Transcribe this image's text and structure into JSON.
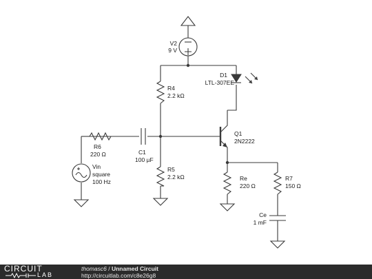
{
  "components": {
    "v2": {
      "ref": "V2",
      "value": "9 V"
    },
    "d1": {
      "ref": "D1",
      "value": "LTL-307EE"
    },
    "r4": {
      "ref": "R4",
      "value": "2.2 kΩ"
    },
    "q1": {
      "ref": "Q1",
      "value": "2N2222"
    },
    "r6": {
      "ref": "R6",
      "value": "220 Ω"
    },
    "c1": {
      "ref": "C1",
      "value": "100 µF"
    },
    "vin": {
      "ref": "Vin",
      "wave": "square",
      "freq": "100 Hz"
    },
    "r5": {
      "ref": "R5",
      "value": "2.2 kΩ"
    },
    "re": {
      "ref": "Re",
      "value": "220 Ω"
    },
    "r7": {
      "ref": "R7",
      "value": "150 Ω"
    },
    "ce": {
      "ref": "Ce",
      "value": "1 mF"
    }
  },
  "footer": {
    "logo_top": "CIRCUIT",
    "logo_bottom": "LAB",
    "author": "thomasc6",
    "separator": " / ",
    "title": "Unnamed Circuit",
    "url": "http://circuitlab.com/c8e26g8"
  },
  "colors": {
    "wire": "#3a3a3a",
    "text": "#1a1a1a",
    "footer_bg": "#2b2b2b",
    "footer_text": "#e8e8e8"
  }
}
